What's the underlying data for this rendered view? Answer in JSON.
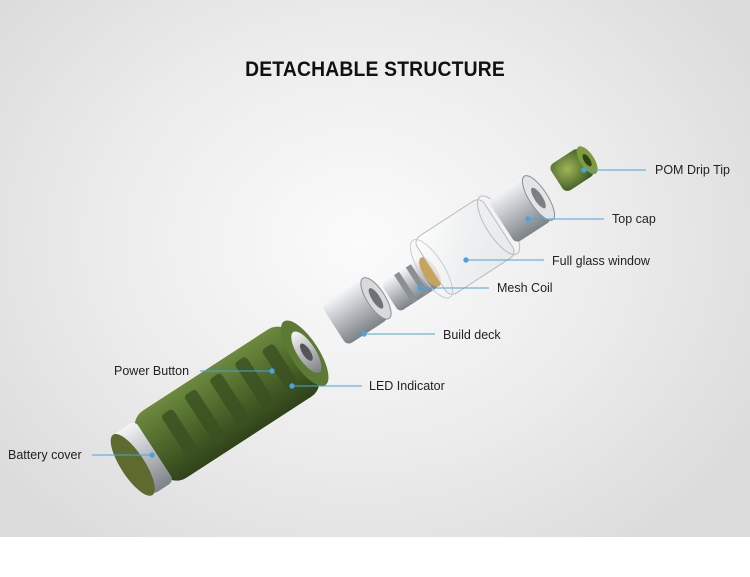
{
  "title": "DETACHABLE STRUCTURE",
  "callouts": {
    "pom_drip_tip": "POM Drip Tip",
    "top_cap": "Top cap",
    "full_glass_window": "Full glass window",
    "mesh_coil": "Mesh Coil",
    "build_deck": "Build deck",
    "power_button": "Power Button",
    "led_indicator": "LED Indicator",
    "battery_cover": "Battery cover"
  },
  "colors": {
    "callout_line": "#4aa3df",
    "body_green": "#4f6a2c",
    "metal": "#c9ccd0"
  }
}
